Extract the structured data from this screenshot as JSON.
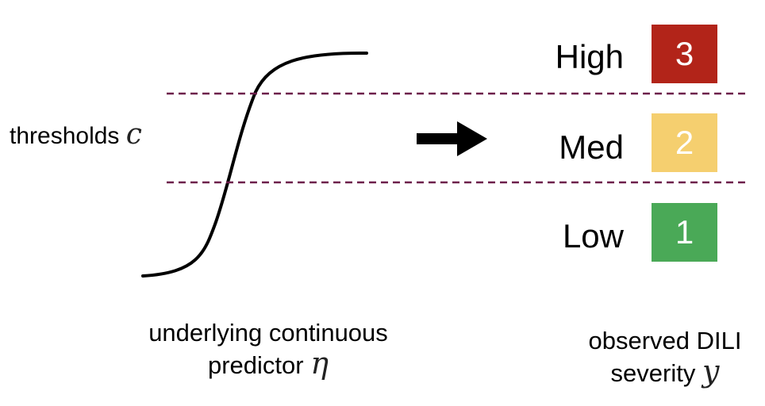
{
  "thresholds": {
    "label": "thresholds",
    "symbol": "c"
  },
  "levels": [
    {
      "label": "High",
      "value": "3",
      "color": "#b22419"
    },
    {
      "label": "Med",
      "value": "2",
      "color": "#f5cf6f"
    },
    {
      "label": "Low",
      "value": "1",
      "color": "#4aa957"
    }
  ],
  "captions": {
    "predictor_line1": "underlying continuous",
    "predictor_line2": "predictor",
    "predictor_symbol": "η",
    "outcome_line1": "observed DILI",
    "outcome_line2": "severity",
    "outcome_symbol": "y"
  },
  "colors": {
    "threshold_line": "#6d1f4b",
    "curve": "#000000",
    "arrow": "#000000"
  }
}
